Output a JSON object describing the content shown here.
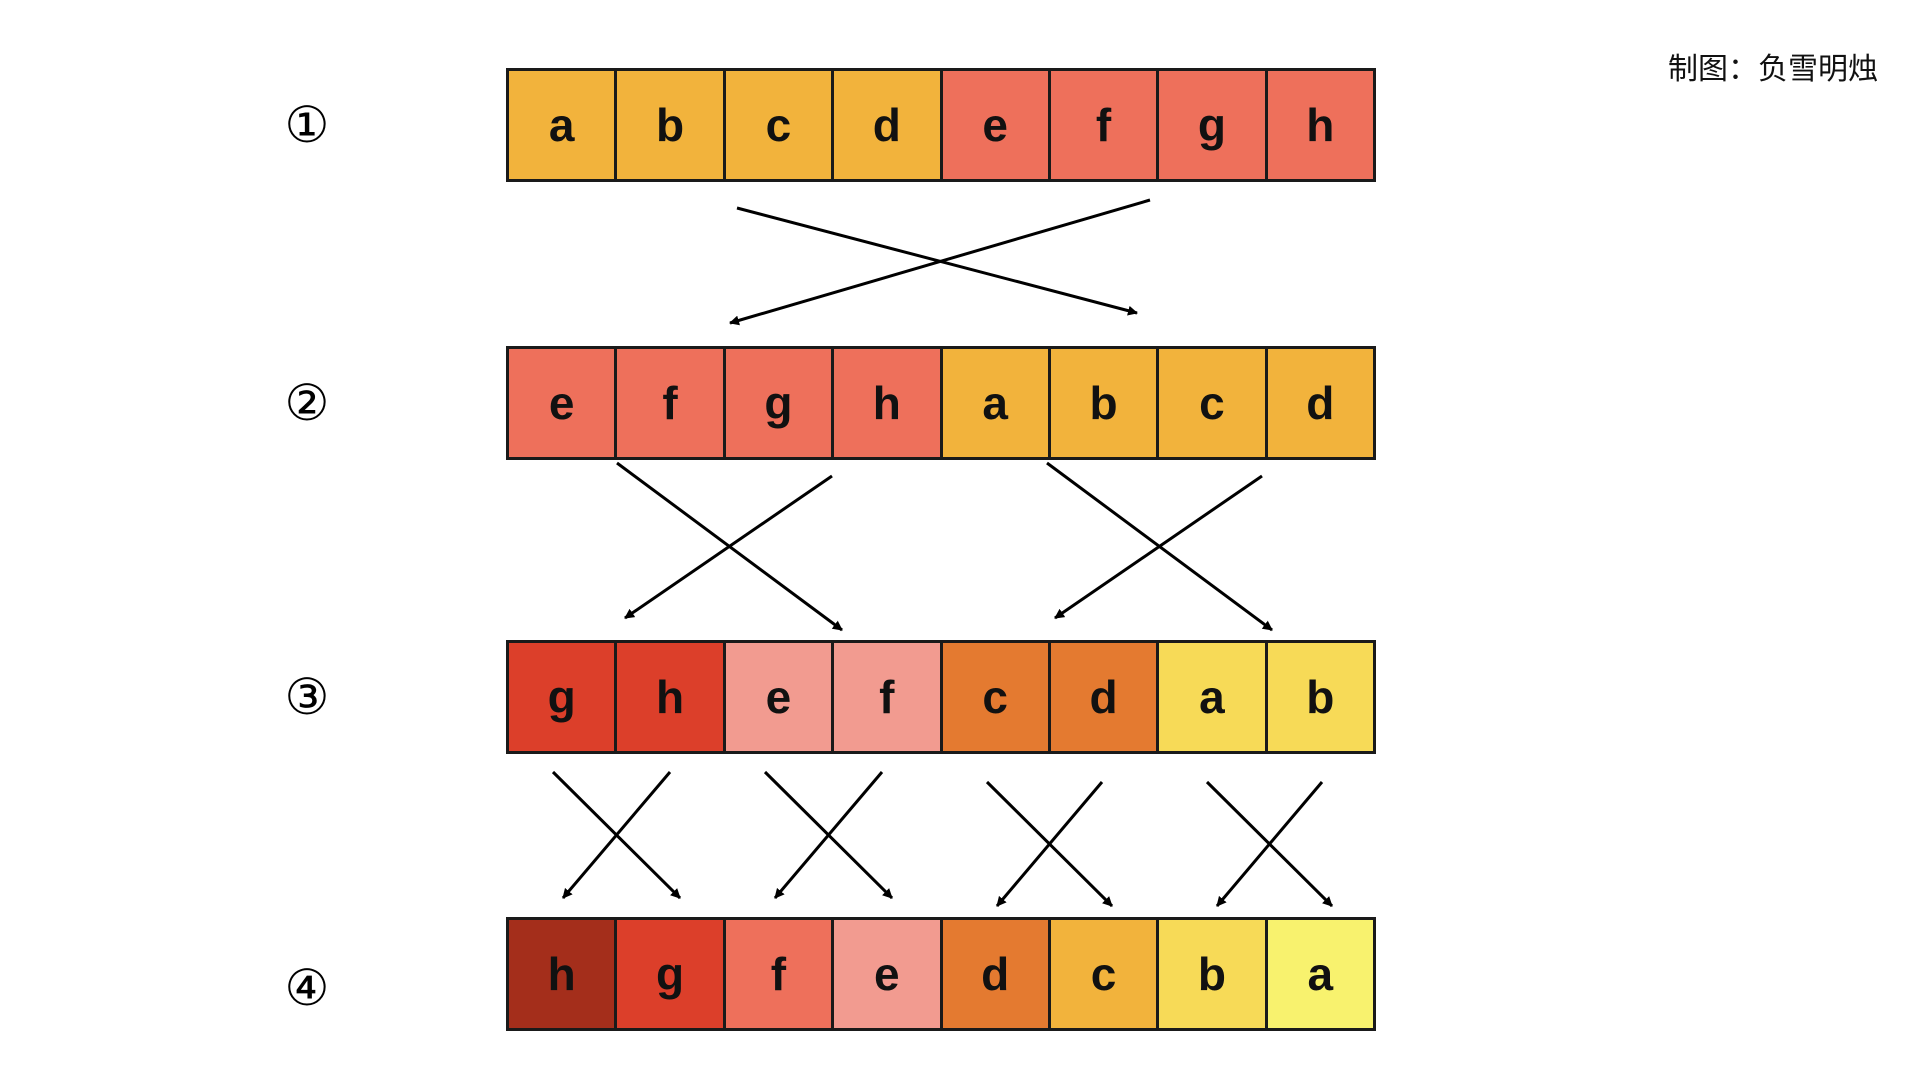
{
  "credit": "制图：负雪明烛",
  "palette": {
    "a": "#F8F26E",
    "b": "#F7DA57",
    "c": "#F2B33C",
    "d": "#E47A30",
    "e": "#F29B90",
    "f": "#EE705B",
    "g": "#DC3F2A",
    "h": "#A42E1B"
  },
  "rows": [
    {
      "label": "①",
      "cells": [
        {
          "text": "a",
          "color": "#F2B33C"
        },
        {
          "text": "b",
          "color": "#F2B33C"
        },
        {
          "text": "c",
          "color": "#F2B33C"
        },
        {
          "text": "d",
          "color": "#F2B33C"
        },
        {
          "text": "e",
          "color": "#EE705B"
        },
        {
          "text": "f",
          "color": "#EE705B"
        },
        {
          "text": "g",
          "color": "#EE705B"
        },
        {
          "text": "h",
          "color": "#EE705B"
        }
      ]
    },
    {
      "label": "②",
      "cells": [
        {
          "text": "e",
          "color": "#EE705B"
        },
        {
          "text": "f",
          "color": "#EE705B"
        },
        {
          "text": "g",
          "color": "#EE705B"
        },
        {
          "text": "h",
          "color": "#EE705B"
        },
        {
          "text": "a",
          "color": "#F2B33C"
        },
        {
          "text": "b",
          "color": "#F2B33C"
        },
        {
          "text": "c",
          "color": "#F2B33C"
        },
        {
          "text": "d",
          "color": "#F2B33C"
        }
      ]
    },
    {
      "label": "③",
      "cells": [
        {
          "text": "g",
          "color": "#DC3F2A"
        },
        {
          "text": "h",
          "color": "#DC3F2A"
        },
        {
          "text": "e",
          "color": "#F29B90"
        },
        {
          "text": "f",
          "color": "#F29B90"
        },
        {
          "text": "c",
          "color": "#E47A30"
        },
        {
          "text": "d",
          "color": "#E47A30"
        },
        {
          "text": "a",
          "color": "#F7DA57"
        },
        {
          "text": "b",
          "color": "#F7DA57"
        }
      ]
    },
    {
      "label": "④",
      "cells": [
        {
          "text": "h",
          "color": "#A42E1B"
        },
        {
          "text": "g",
          "color": "#DC3F2A"
        },
        {
          "text": "f",
          "color": "#EE705B"
        },
        {
          "text": "e",
          "color": "#F29B90"
        },
        {
          "text": "d",
          "color": "#E47A30"
        },
        {
          "text": "c",
          "color": "#F2B33C"
        },
        {
          "text": "b",
          "color": "#F7DA57"
        },
        {
          "text": "a",
          "color": "#F8F26E"
        }
      ]
    }
  ]
}
